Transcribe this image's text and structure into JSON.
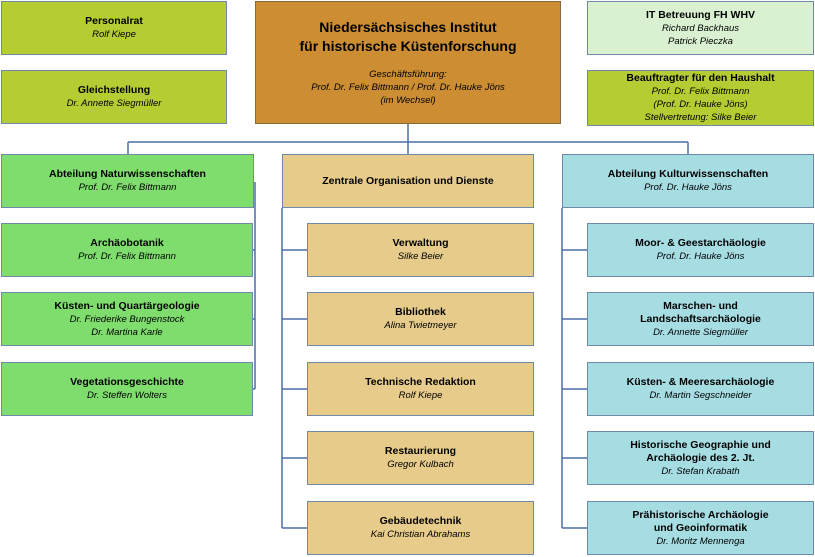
{
  "colors": {
    "lime": "#b5cc33",
    "pale_green": "#d9f1d1",
    "orange": "#cc8d33",
    "green": "#7fdd6e",
    "tan": "#e6cb8a",
    "cyan": "#a6dde3",
    "connector": "#4a6fa5"
  },
  "top": {
    "personalrat": {
      "title": "Personalrat",
      "person": "Rolf Kiepe"
    },
    "gleichstellung": {
      "title": "Gleichstellung",
      "person": "Dr. Annette Siegmüller"
    },
    "institute": {
      "title": "Niedersächsisches Institut\nfür historische Küstenforschung",
      "label": "Geschäftsführung:",
      "persons": "Prof. Dr. Felix Bittmann / Prof. Dr. Hauke Jöns",
      "note": "(im Wechsel)"
    },
    "it": {
      "title": "IT Betreuung FH WHV",
      "persons": "Richard Backhaus\nPatrick Pieczka"
    },
    "haushalt": {
      "title": "Beauftragter für den Haushalt",
      "persons": "Prof. Dr. Felix Bittmann\n(Prof. Dr. Hauke Jöns)\nStellvertretung: Silke Beier"
    }
  },
  "departments": [
    {
      "title": "Abteilung Naturwissenschaften",
      "person": "Prof. Dr. Felix Bittmann",
      "units": [
        {
          "title": "Archäobotanik",
          "person": "Prof. Dr. Felix Bittmann"
        },
        {
          "title": "Küsten- und Quartärgeologie",
          "person": "Dr. Friederike Bungenstock\nDr. Martina Karle"
        },
        {
          "title": "Vegetationsgeschichte",
          "person": "Dr. Steffen Wolters"
        }
      ]
    },
    {
      "title": "Zentrale Organisation und Dienste",
      "person": "",
      "units": [
        {
          "title": "Verwaltung",
          "person": "Silke Beier"
        },
        {
          "title": "Bibliothek",
          "person": "Alina Twietmeyer"
        },
        {
          "title": "Technische Redaktion",
          "person": "Rolf Kiepe"
        },
        {
          "title": "Restaurierung",
          "person": "Gregor Kulbach"
        },
        {
          "title": "Gebäudetechnik",
          "person": "Kai Christian Abrahams"
        }
      ]
    },
    {
      "title": "Abteilung Kulturwissenschaften",
      "person": "Prof. Dr. Hauke Jöns",
      "units": [
        {
          "title": "Moor- & Geestarchäologie",
          "person": "Prof. Dr. Hauke Jöns"
        },
        {
          "title": "Marschen- und\nLandschaftsarchäologie",
          "person": "Dr. Annette Siegmüller"
        },
        {
          "title": "Küsten- & Meeresarchäologie",
          "person": "Dr. Martin Segschneider"
        },
        {
          "title": "Historische Geographie und\nArchäologie des 2. Jt.",
          "person": "Dr. Stefan Krabath"
        },
        {
          "title": "Prähistorische Archäologie\nund Geoinformatik",
          "person": "Dr. Moritz Mennenga"
        }
      ]
    }
  ]
}
